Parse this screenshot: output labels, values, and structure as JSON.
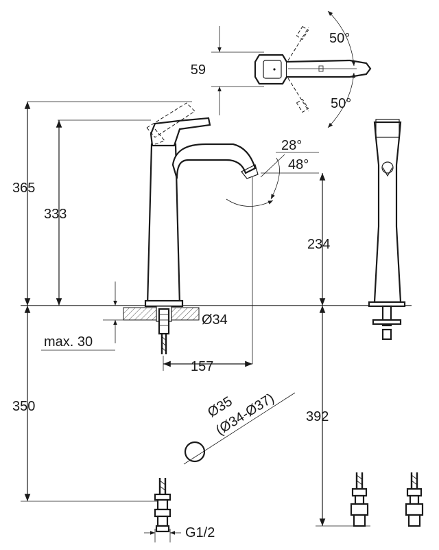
{
  "dimensions": {
    "handle_angle_rear": "50°",
    "handle_angle_front": "50°",
    "top_depth": "59",
    "total_height": "365",
    "spout_height": "333",
    "swivel_angle_1": "28°",
    "swivel_angle_2": "48°",
    "outlet_height": "234",
    "hole_diameter": "Ø34",
    "max_counter": "max. 30",
    "projection": "157",
    "below_counter": "350",
    "hose_length": "392",
    "supply_hole": "Ø35",
    "supply_hole_range": "(Ø34-Ø37)",
    "thread": "G1/2"
  }
}
